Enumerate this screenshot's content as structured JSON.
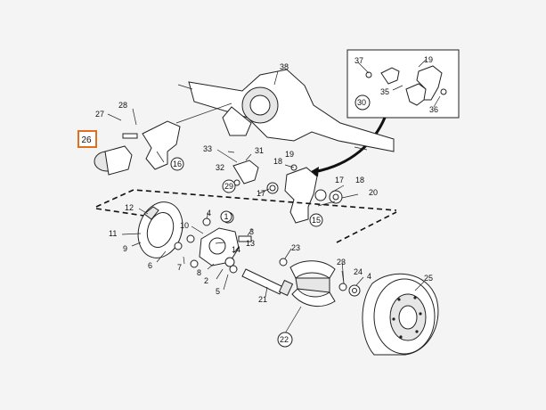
{
  "callouts": {
    "c1": "1",
    "c2": "2",
    "c3": "3",
    "c4a": "4",
    "c4b": "4",
    "c5": "5",
    "c6": "6",
    "c7": "7",
    "c8": "8",
    "c9": "9",
    "c10": "10",
    "c11": "11",
    "c12": "12",
    "c13": "13",
    "c14": "14",
    "c15": "15",
    "c16": "16",
    "c17a": "17",
    "c17b": "17",
    "c18a": "18",
    "c18b": "18",
    "c19a": "19",
    "c19b": "19",
    "c20": "20",
    "c21": "21",
    "c22": "22",
    "c23a": "23",
    "c23b": "23",
    "c24": "24",
    "c25": "25",
    "c26": "26",
    "c27": "27",
    "c28": "28",
    "c29": "29",
    "c30": "30",
    "c31": "31",
    "c32": "32",
    "c33": "33",
    "c35": "35",
    "c36": "36",
    "c37": "37",
    "c38": "38"
  },
  "selected_callout": "26",
  "colors": {
    "highlight": "#e07020",
    "ink": "#222222",
    "background": "#f4f4f4"
  }
}
